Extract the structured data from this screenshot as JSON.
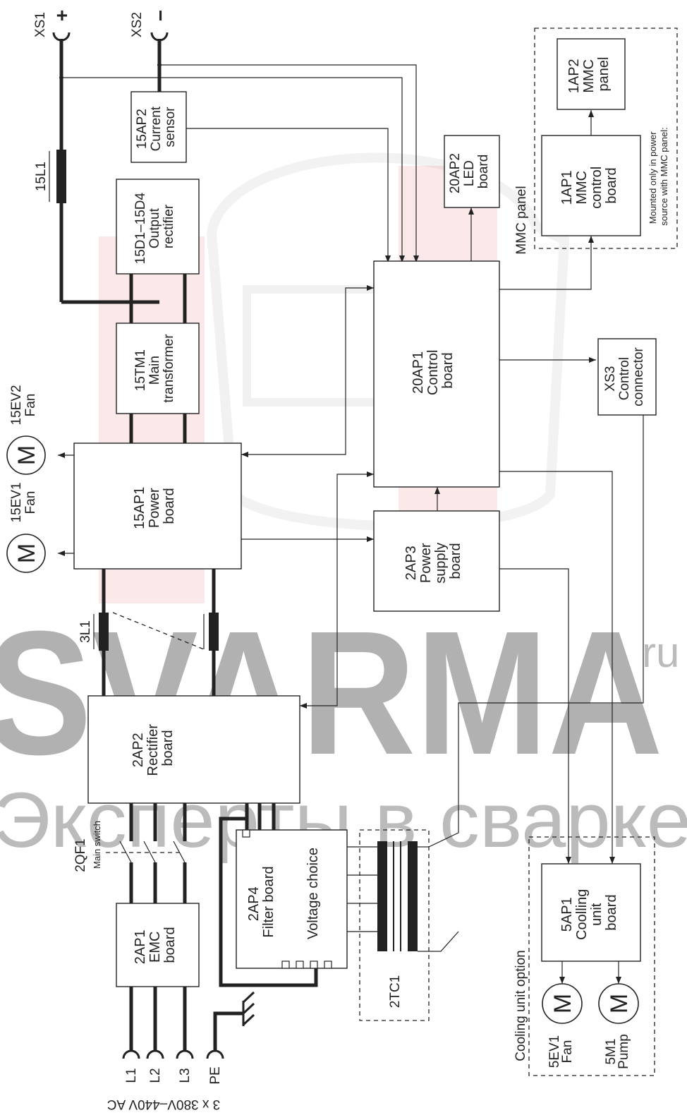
{
  "watermark": {
    "brand": "SVARMA",
    "suffix": "ru",
    "tagline": "Эксперты в сварке",
    "color": "#e14a4a"
  },
  "terminals": {
    "xs1": "XS1",
    "xs2": "XS2",
    "plus": "+",
    "minus": "−"
  },
  "inductors": {
    "l15": "15L1",
    "l3": "3L1"
  },
  "blocks": {
    "current_sensor": [
      "15AP2",
      "Current",
      "sensor"
    ],
    "output_rectifier": [
      "15D1–15D4",
      "Output",
      "rectifier"
    ],
    "main_transformer": [
      "15TM1",
      "Main",
      "transformer"
    ],
    "power_board": [
      "15AP1",
      "Power",
      "board"
    ],
    "rectifier_board": [
      "2AP2",
      "Rectifier",
      "board"
    ],
    "emc_board": [
      "2AP1",
      "EMC",
      "board"
    ],
    "filter_board": [
      "2AP4",
      "Filter board"
    ],
    "voltage_choice": "Voltage choice",
    "control_board": [
      "20AP1",
      "Control",
      "board"
    ],
    "psu_board": [
      "2AP3",
      "Power",
      "supply",
      "board"
    ],
    "led_board": [
      "20AP2",
      "LED",
      "board"
    ],
    "mmc_control": [
      "1AP1",
      "MMC",
      "control",
      "board"
    ],
    "mmc_panel_box": [
      "1AP2",
      "MMC",
      "panel"
    ],
    "control_connector": [
      "XS3",
      "Control",
      "connector"
    ],
    "cooling_board": [
      "5AP1",
      "Coolling",
      "unit",
      "board"
    ]
  },
  "transformer_2tc1": "2TC1",
  "switch": {
    "id": "2QF1",
    "label": "Main switch"
  },
  "fans": {
    "fan1": {
      "id": "15EV1",
      "label": "Fan"
    },
    "fan2": {
      "id": "15EV2",
      "label": "Fan"
    },
    "cool_fan": {
      "id": "5EV1",
      "label": "Fan"
    },
    "pump": {
      "id": "5M1",
      "label": "Pump"
    },
    "motor_symbol": "M"
  },
  "labels": {
    "mmc_panel": "MMC panel",
    "mmc_note": [
      "Mounted only in power",
      "source with MMC panel:"
    ],
    "cooling_option": "Cooling unit option"
  },
  "mains": {
    "l1": "L1",
    "l2": "L2",
    "l3": "L3",
    "pe": "PE",
    "supply": "3 x 380V–440V AC"
  }
}
